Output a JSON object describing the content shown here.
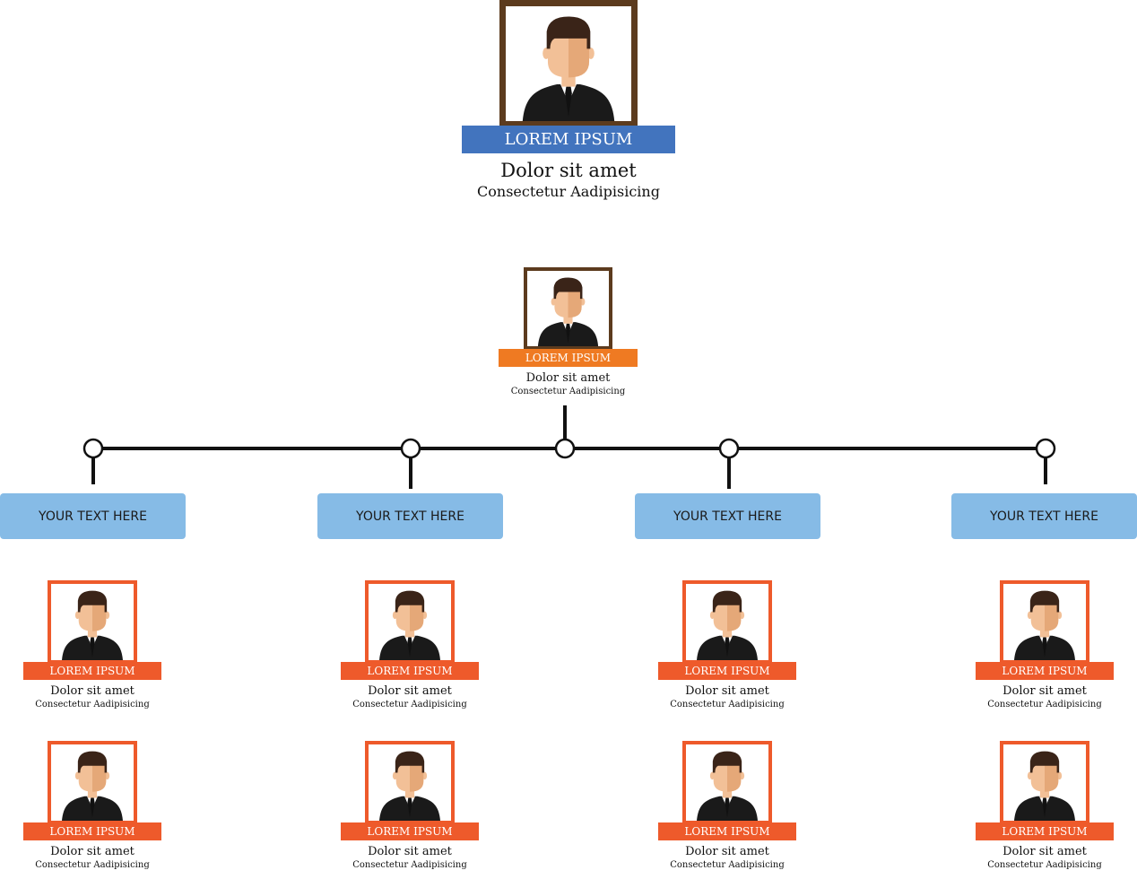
{
  "colors": {
    "frame_brown": "#5c3b1e",
    "banner_blue": "#4274be",
    "banner_orange_manager": "#ef7a22",
    "frame_orange": "#ee5a2b",
    "banner_orange": "#ee5a2b",
    "box_blue": "#86bbe6",
    "connector": "#111111"
  },
  "icons": {
    "person": "person-avatar-icon",
    "node": "connector-node-icon"
  },
  "ceo": {
    "banner": "LOREM IPSUM",
    "name": "Dolor sit amet",
    "subtitle": "Consectetur Aadipisicing"
  },
  "manager": {
    "banner": "LOREM IPSUM",
    "name": "Dolor sit amet",
    "subtitle": "Consectetur Aadipisicing"
  },
  "departments": [
    {
      "label": "YOUR TEXT HERE",
      "members": [
        {
          "banner": "LOREM IPSUM",
          "name": "Dolor sit amet",
          "subtitle": "Consectetur Aadipisicing"
        },
        {
          "banner": "LOREM IPSUM",
          "name": "Dolor sit amet",
          "subtitle": "Consectetur Aadipisicing"
        }
      ]
    },
    {
      "label": "YOUR TEXT HERE",
      "members": [
        {
          "banner": "LOREM IPSUM",
          "name": "Dolor sit amet",
          "subtitle": "Consectetur Aadipisicing"
        },
        {
          "banner": "LOREM IPSUM",
          "name": "Dolor sit amet",
          "subtitle": "Consectetur Aadipisicing"
        }
      ]
    },
    {
      "label": "YOUR TEXT HERE",
      "members": [
        {
          "banner": "LOREM IPSUM",
          "name": "Dolor sit amet",
          "subtitle": "Consectetur Aadipisicing"
        },
        {
          "banner": "LOREM IPSUM",
          "name": "Dolor sit amet",
          "subtitle": "Consectetur Aadipisicing"
        }
      ]
    },
    {
      "label": "YOUR TEXT HERE",
      "members": [
        {
          "banner": "LOREM IPSUM",
          "name": "Dolor sit amet",
          "subtitle": "Consectetur Aadipisicing"
        },
        {
          "banner": "LOREM IPSUM",
          "name": "Dolor sit amet",
          "subtitle": "Consectetur Aadipisicing"
        }
      ]
    }
  ]
}
